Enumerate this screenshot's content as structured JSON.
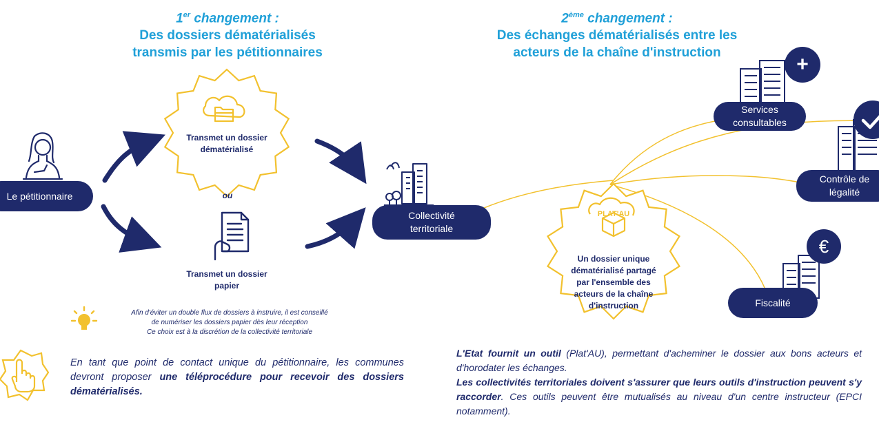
{
  "left": {
    "title_sup": "er",
    "title_num": "1",
    "title_word": " changement :",
    "title_line2": "Des dossiers dématérialisés",
    "title_line3": "transmis par les pétitionnaires",
    "petitioner_label": "Le pétitionnaire",
    "digital_label": "Transmet un dossier dématérialisé",
    "or_label": "ou",
    "paper_label": "Transmet un dossier papier",
    "tip_line1": "Afin d'éviter un double flux de dossiers à instruire, il est conseillé",
    "tip_line2": "de numériser les dossiers papier dès leur réception",
    "tip_line3": "Ce choix est à la discrétion de la collectivité territoriale",
    "bottom_p1": "En tant que point de contact unique du pétitionnaire, les communes devront proposer ",
    "bottom_bold": "une téléprocédure pour recevoir des dossiers dématérialisés."
  },
  "center": {
    "collectivity_label": "Collectivité territoriale"
  },
  "right": {
    "title_num": "2",
    "title_sup": "ème",
    "title_word": " changement :",
    "title_line2": "Des échanges dématérialisés entre les",
    "title_line3": "acteurs de la chaîne d'instruction",
    "platau_label": "PLAT'AU",
    "platau_desc": "Un dossier unique dématérialisé partagé par l'ensemble des acteurs de la chaîne d'instruction",
    "services_label": "Services consultables",
    "controle_label": "Contrôle de légalité",
    "fiscalite_label": "Fiscalité",
    "plus_symbol": "+",
    "euro_symbol": "€",
    "bottom_b1": "L'Etat fournit un outil",
    "bottom_t1": " (Plat'AU), permettant d'acheminer le dossier aux bons acteurs et d'horodater les échanges.",
    "bottom_b2": "Les collectivités territoriales doivent s'assurer que leurs outils d'instruction peuvent s'y raccorder",
    "bottom_t2": ". Ces outils peuvent être mutualisés au niveau d'un centre instructeur (EPCI notamment)."
  },
  "colors": {
    "navy": "#1f2a6b",
    "accent_blue": "#20a0d8",
    "gold": "#f2c12e"
  }
}
